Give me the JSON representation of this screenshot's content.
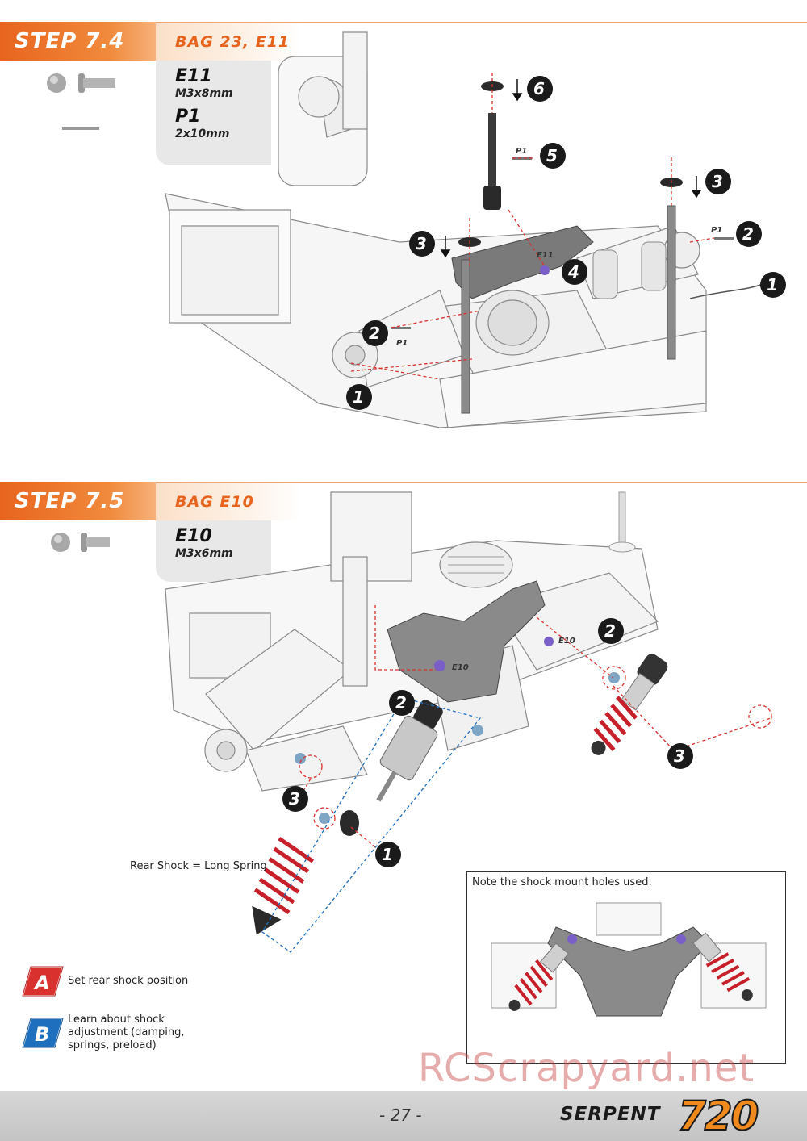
{
  "step_7_4": {
    "step_label": "STEP 7.4",
    "bag_label": "BAG 23, E11",
    "parts": [
      {
        "code": "E11",
        "size": "M3x8mm"
      },
      {
        "code": "P1",
        "size": "2x10mm"
      }
    ],
    "callouts": [
      "6",
      "5",
      "3",
      "3",
      "2",
      "4",
      "1",
      "2",
      "1"
    ],
    "part_labels": [
      "P1",
      "P1",
      "E11",
      "P1"
    ]
  },
  "step_7_5": {
    "step_label": "STEP 7.5",
    "bag_label": "BAG E10",
    "parts": [
      {
        "code": "E10",
        "size": "M3x6mm"
      }
    ],
    "callouts": [
      "2",
      "2",
      "3",
      "3",
      "1"
    ],
    "part_labels": [
      "E10",
      "E10"
    ],
    "caption": "Rear Shock = Long Spring",
    "note": "Note the shock mount holes used."
  },
  "info_links": [
    {
      "badge": "A",
      "text": "Set rear shock position",
      "color": "#d9322e"
    },
    {
      "badge": "B",
      "text": "Learn about shock adjustment (damping, springs, preload)",
      "color": "#1f6fbf"
    }
  ],
  "footer": {
    "page_number": "- 27 -",
    "brand": "SERPENT",
    "model": "720"
  },
  "watermark": "RCScrapyard.net",
  "colors": {
    "accent_orange": "#e8641e",
    "shock_red": "#c8202a",
    "screw_purple": "#7b5fc8"
  }
}
